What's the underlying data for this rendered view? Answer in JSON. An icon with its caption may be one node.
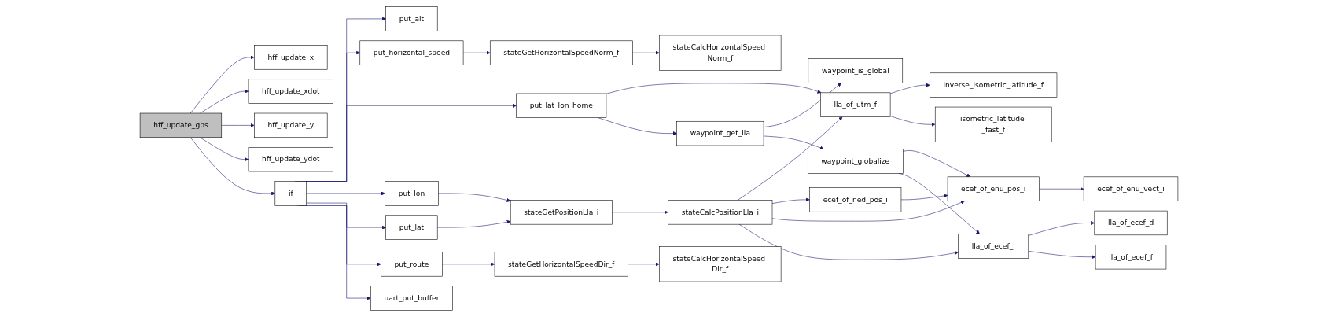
{
  "diagram": {
    "nodes": [
      {
        "text": [
          "hff_update_gps"
        ]
      },
      {
        "text": [
          "hff_update_x"
        ]
      },
      {
        "text": [
          "hff_update_xdot"
        ]
      },
      {
        "text": [
          "hff_update_y"
        ]
      },
      {
        "text": [
          "hff_update_ydot"
        ]
      },
      {
        "text": [
          "if"
        ]
      },
      {
        "text": [
          "put_alt"
        ]
      },
      {
        "text": [
          "put_horizontal_speed"
        ]
      },
      {
        "text": [
          "put_lat_lon_home"
        ]
      },
      {
        "text": [
          "put_lon"
        ]
      },
      {
        "text": [
          "put_lat"
        ]
      },
      {
        "text": [
          "put_route"
        ]
      },
      {
        "text": [
          "uart_put_buffer"
        ]
      },
      {
        "text": [
          "stateGetHorizontalSpeedNorm_f"
        ]
      },
      {
        "text": [
          "waypoint_get_lla"
        ]
      },
      {
        "text": [
          "stateGetPositionLla_i"
        ]
      },
      {
        "text": [
          "stateGetHorizontalSpeedDir_f"
        ]
      },
      {
        "text": [
          "stateCalcHorizontalSpeed Norm_f"
        ]
      },
      {
        "text": [
          "waypoint_is_global"
        ]
      },
      {
        "text": [
          "stateCalcPositionLla_i"
        ]
      },
      {
        "text": [
          "waypoint_globalize"
        ]
      },
      {
        "text": [
          "stateCalcHorizontalSpeed Dir_f"
        ]
      },
      {
        "text": [
          "lla_of_utm_f"
        ]
      },
      {
        "text": [
          "ecef_of_ned_pos_i"
        ]
      },
      {
        "text": [
          "lla_of_ecef_i"
        ]
      },
      {
        "text": [
          "inverse_isometric_latitude_f"
        ]
      },
      {
        "text": [
          "isometric_latitude _fast_f"
        ]
      },
      {
        "text": [
          "ecef_of_enu_pos_i"
        ]
      },
      {
        "text": [
          "lla_of_ecef_d"
        ]
      },
      {
        "text": [
          "lla_of_ecef_f"
        ]
      },
      {
        "text": [
          "ecef_of_enu_vect_i"
        ]
      }
    ],
    "edges": [
      {
        "from": 0,
        "to": 1,
        "arrow": "to"
      },
      {
        "from": 0,
        "to": 2,
        "arrow": "to"
      },
      {
        "from": 0,
        "to": 3,
        "arrow": "to"
      },
      {
        "from": 0,
        "to": 4,
        "arrow": "to"
      },
      {
        "from": 0,
        "to": 5,
        "arrow": "to"
      },
      {
        "from": 5,
        "to": 6,
        "arrow": "to"
      },
      {
        "from": 5,
        "to": 7,
        "arrow": "to"
      },
      {
        "from": 5,
        "to": 8,
        "arrow": "to"
      },
      {
        "from": 5,
        "to": 9,
        "arrow": "to"
      },
      {
        "from": 5,
        "to": 10,
        "arrow": "to"
      },
      {
        "from": 5,
        "to": 11,
        "arrow": "to"
      },
      {
        "from": 5,
        "to": 12,
        "arrow": "to"
      },
      {
        "from": 7,
        "to": 13,
        "arrow": "to"
      },
      {
        "from": 8,
        "to": 22,
        "arrow": "to"
      },
      {
        "from": 8,
        "to": 14,
        "arrow": "to"
      },
      {
        "from": 9,
        "to": 15,
        "arrow": "to"
      },
      {
        "from": 10,
        "to": 15,
        "arrow": "to"
      },
      {
        "from": 11,
        "to": 16,
        "arrow": "to"
      },
      {
        "from": 13,
        "to": 17,
        "arrow": "to"
      },
      {
        "from": 14,
        "to": 18,
        "arrow": "to"
      },
      {
        "from": 14,
        "to": 20,
        "arrow": "to"
      },
      {
        "from": 15,
        "to": 19,
        "arrow": "to"
      },
      {
        "from": 16,
        "to": 21,
        "arrow": "to"
      },
      {
        "from": 19,
        "to": 22,
        "arrow": "to"
      },
      {
        "from": 19,
        "to": 23,
        "arrow": "to"
      },
      {
        "from": 19,
        "to": 27,
        "arrow": "to"
      },
      {
        "from": 19,
        "to": 24,
        "arrow": "to"
      },
      {
        "from": 20,
        "to": 27,
        "arrow": "to"
      },
      {
        "from": 20,
        "to": 24,
        "arrow": "to"
      },
      {
        "from": 22,
        "to": 25,
        "arrow": "to"
      },
      {
        "from": 22,
        "to": 26,
        "arrow": "to"
      },
      {
        "from": 23,
        "to": 27,
        "arrow": "to"
      },
      {
        "from": 27,
        "to": 30,
        "arrow": "to"
      },
      {
        "from": 24,
        "to": 28,
        "arrow": "to"
      },
      {
        "from": 24,
        "to": 29,
        "arrow": "to"
      }
    ]
  }
}
